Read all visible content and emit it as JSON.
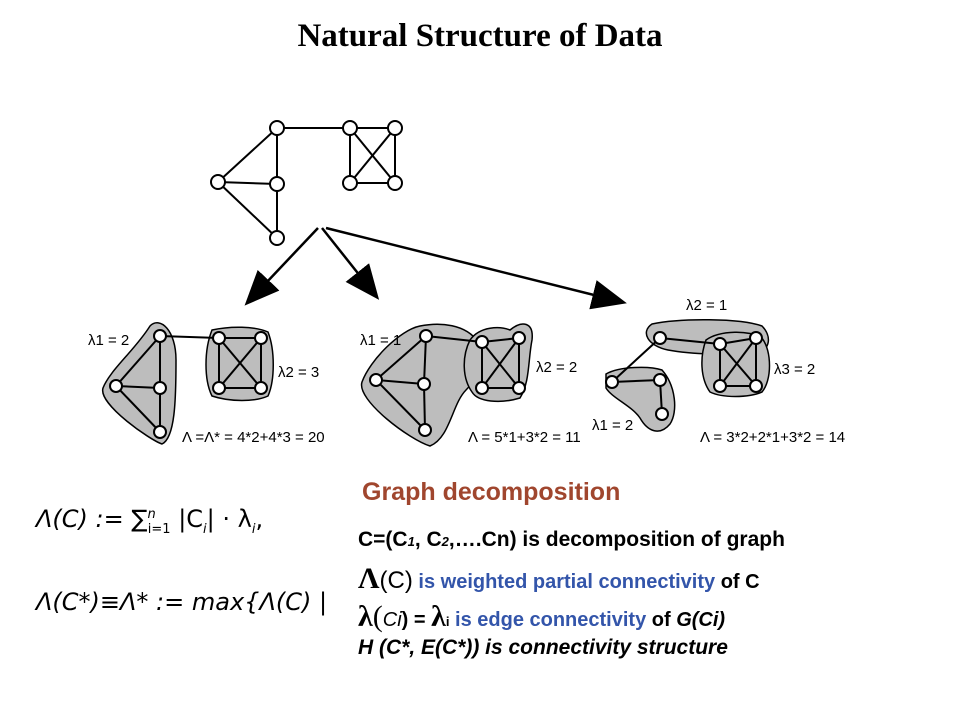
{
  "title": "Natural Structure of Data",
  "panels": {
    "left": {
      "lambda1": "λ1 = 2",
      "lambda2": "λ2 = 3",
      "total": "Λ =Λ* = 4*2+4*3 = 20"
    },
    "middle": {
      "lambda1": "λ1 = 1",
      "lambda2": "λ2 = 2",
      "total": "Λ = 5*1+3*2 = 11"
    },
    "right": {
      "lambda1": "λ1 = 2",
      "lambda2": "λ2 = 1",
      "lambda3": "λ3 = 2",
      "total": "Λ = 3*2+2*1+3*2 = 14"
    }
  },
  "text": {
    "heading": "Graph decomposition",
    "line1_a": "C=(C",
    "line1_s1": "1",
    "line1_b": ", C",
    "line1_s2": "2",
    "line1_c": ",….Cn) is decomposition of graph",
    "line2_sym": "Λ",
    "line2_paren": "(C)",
    "line2_blue": " is weighted partial connectivity",
    "line2_end": " of C",
    "line3_sym": "λ",
    "line3_paren": "(",
    "line3_ci": "Ci",
    "line3_eq": ") = ",
    "line3_sym2": "λ",
    "line3_sub": "i",
    "line3_blue": " is edge connectivity",
    "line3_of": " of ",
    "line3_g": "G",
    "line3_gci": "(Ci)",
    "line4": "H (C*, E(C*)) is connectivity structure"
  },
  "formulas": {
    "f1_lhs": "Λ(C) := ∑",
    "f1_sup": "n",
    "f1_sub": "i=1",
    "f1_rhs": " |C",
    "f1_rhs_sub": "i",
    "f1_rhs2": "| · λ",
    "f1_rhs2_sub": "i",
    "f1_end": ",",
    "f2_lhs": "Λ(C*)≡Λ* := max{Λ(C) |"
  }
}
